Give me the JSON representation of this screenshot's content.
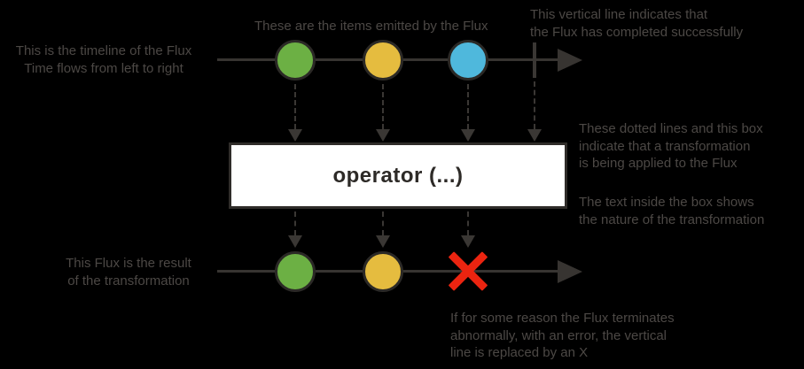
{
  "colors": {
    "background": "#000000",
    "item_green": "#6CB044",
    "item_yellow": "#E5BC3F",
    "item_blue": "#4FB8DC",
    "error_red": "#EB2410",
    "line_dark": "#3A3734",
    "annotation_text": "#4C4845",
    "operator_box_bg": "#FFFFFF",
    "operator_text": "#2D2A27"
  },
  "annotations": {
    "timeline_label": "This is the timeline of the Flux\nTime flows from left to right",
    "items_label": "These are the items emitted by the Flux",
    "complete_label": "This vertical line indicates that\nthe Flux has completed successfully",
    "transform_label": "These dotted lines and this box\nindicate that a transformation\nis being applied to the Flux",
    "box_text_label": "The text inside the box shows\nthe nature of the transformation",
    "result_label": "This Flux is the result\nof the transformation",
    "error_label": "If for some reason the Flux terminates\nabnormally, with an error, the vertical\nline is replaced by an X"
  },
  "operator": {
    "label": "operator (...)"
  },
  "source_flux": {
    "items": [
      "green",
      "yellow",
      "blue"
    ],
    "terminal": "complete"
  },
  "result_flux": {
    "items": [
      "green",
      "yellow"
    ],
    "terminal": "error"
  }
}
